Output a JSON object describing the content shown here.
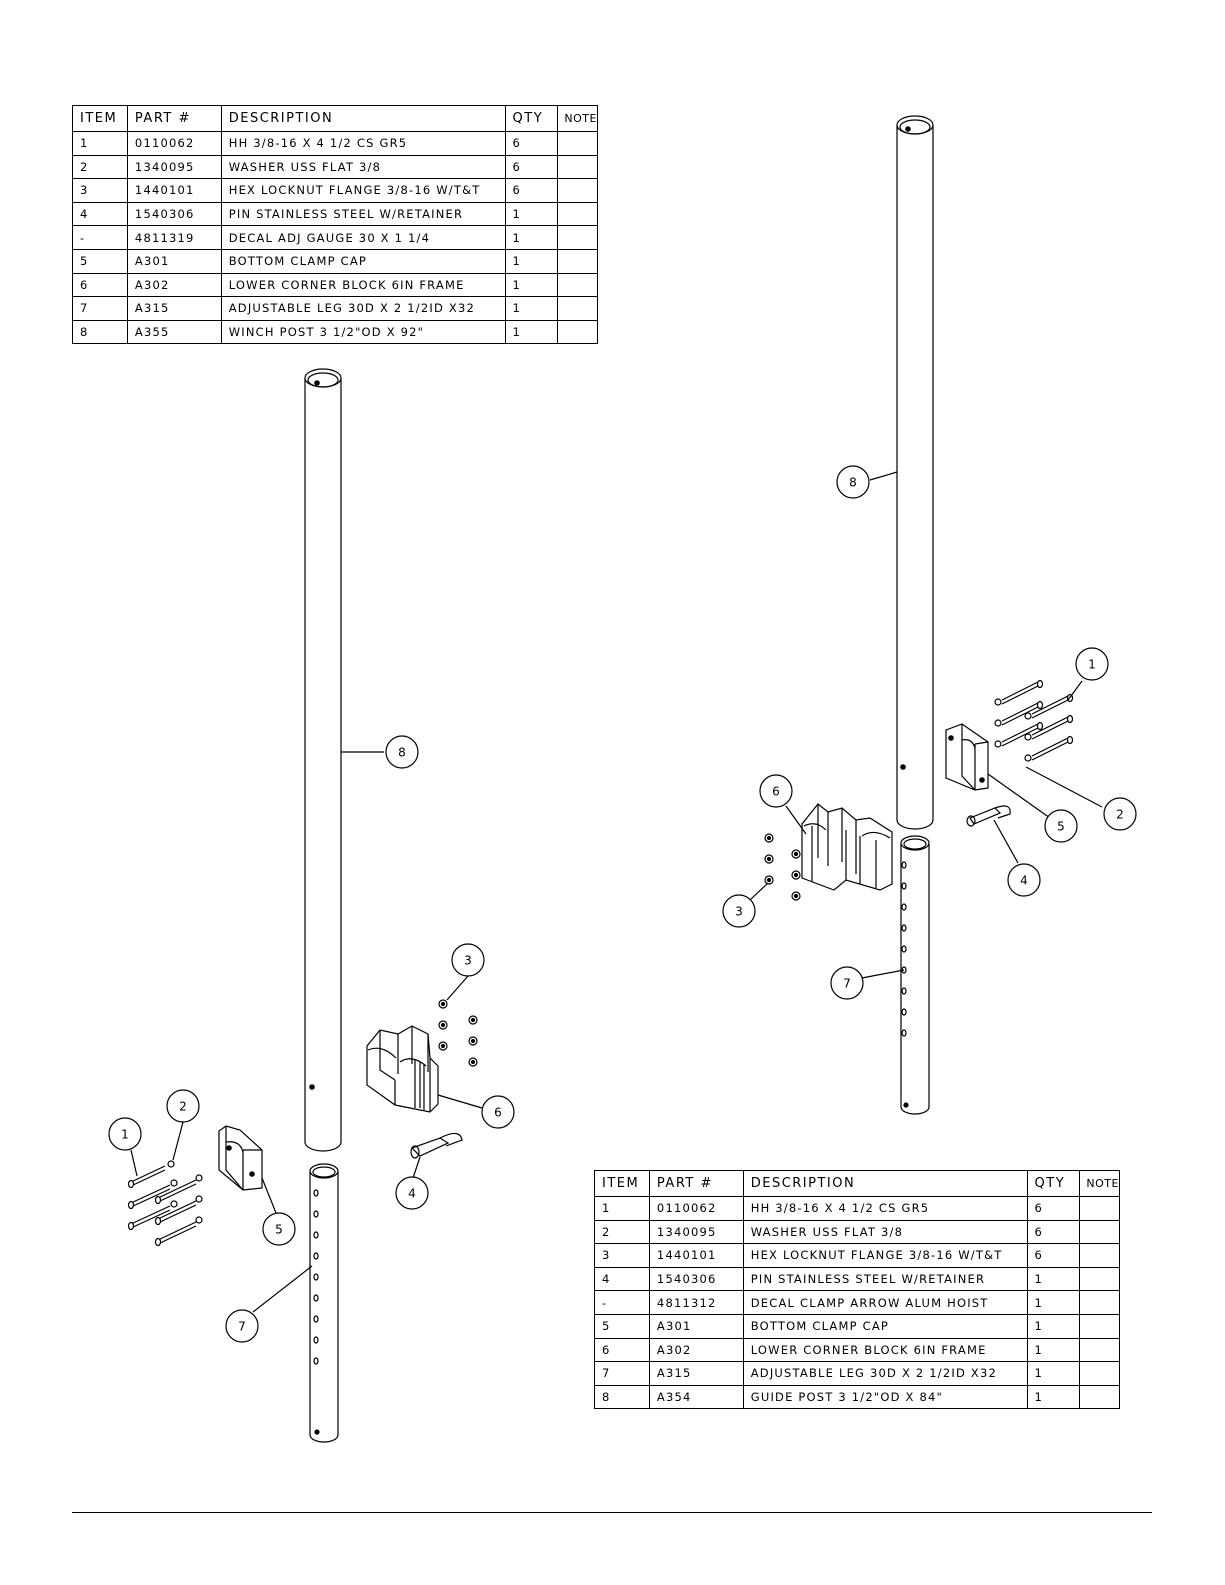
{
  "bom_left": {
    "headers": {
      "item": "ITEM",
      "part": "PART #",
      "description": "DESCRIPTION",
      "qty": "QTY",
      "note": "NOTE"
    },
    "rows": [
      {
        "item": "1",
        "part": "0110062",
        "description": "HH 3/8-16 X 4 1/2 CS GR5",
        "qty": "6",
        "note": ""
      },
      {
        "item": "2",
        "part": "1340095",
        "description": "WASHER USS FLAT 3/8",
        "qty": "6",
        "note": ""
      },
      {
        "item": "3",
        "part": "1440101",
        "description": "HEX LOCKNUT FLANGE 3/8-16 W/T&T",
        "qty": "6",
        "note": ""
      },
      {
        "item": "4",
        "part": "1540306",
        "description": "PIN STAINLESS STEEL W/RETAINER",
        "qty": "1",
        "note": ""
      },
      {
        "item": "-",
        "part": "4811319",
        "description": "DECAL ADJ GAUGE 30 X 1 1/4",
        "qty": "1",
        "note": ""
      },
      {
        "item": "5",
        "part": "A301",
        "description": "BOTTOM CLAMP CAP",
        "qty": "1",
        "note": ""
      },
      {
        "item": "6",
        "part": "A302",
        "description": "LOWER CORNER BLOCK 6IN FRAME",
        "qty": "1",
        "note": ""
      },
      {
        "item": "7",
        "part": "A315",
        "description": "ADJUSTABLE LEG 30D X 2 1/2ID X32",
        "qty": "1",
        "note": ""
      },
      {
        "item": "8",
        "part": "A355",
        "description": "WINCH POST  3 1/2\"OD X 92\"",
        "qty": "1",
        "note": ""
      }
    ]
  },
  "bom_right": {
    "headers": {
      "item": "ITEM",
      "part": "PART #",
      "description": "DESCRIPTION",
      "qty": "QTY",
      "note": "NOTE"
    },
    "rows": [
      {
        "item": "1",
        "part": "0110062",
        "description": "HH 3/8-16 X 4 1/2 CS GR5",
        "qty": "6",
        "note": ""
      },
      {
        "item": "2",
        "part": "1340095",
        "description": "WASHER USS FLAT 3/8",
        "qty": "6",
        "note": ""
      },
      {
        "item": "3",
        "part": "1440101",
        "description": "HEX LOCKNUT FLANGE 3/8-16 W/T&T",
        "qty": "6",
        "note": ""
      },
      {
        "item": "4",
        "part": "1540306",
        "description": "PIN STAINLESS STEEL W/RETAINER",
        "qty": "1",
        "note": ""
      },
      {
        "item": "-",
        "part": "4811312",
        "description": "DECAL CLAMP ARROW ALUM HOIST",
        "qty": "1",
        "note": ""
      },
      {
        "item": "5",
        "part": "A301",
        "description": "BOTTOM CLAMP CAP",
        "qty": "1",
        "note": ""
      },
      {
        "item": "6",
        "part": "A302",
        "description": "LOWER CORNER BLOCK 6IN FRAME",
        "qty": "1",
        "note": ""
      },
      {
        "item": "7",
        "part": "A315",
        "description": "ADJUSTABLE LEG 30D X 2 1/2ID X32",
        "qty": "1",
        "note": ""
      },
      {
        "item": "8",
        "part": "A354",
        "description": "GUIDE POST  3 1/2\"OD X 84\"",
        "qty": "1",
        "note": ""
      }
    ]
  },
  "balloons_left": [
    "8",
    "3",
    "6",
    "2",
    "1",
    "5",
    "4",
    "7"
  ],
  "balloons_right": [
    "8",
    "1",
    "6",
    "2",
    "5",
    "4",
    "3",
    "7"
  ],
  "colors": {
    "line": "#000000",
    "background": "#ffffff"
  }
}
